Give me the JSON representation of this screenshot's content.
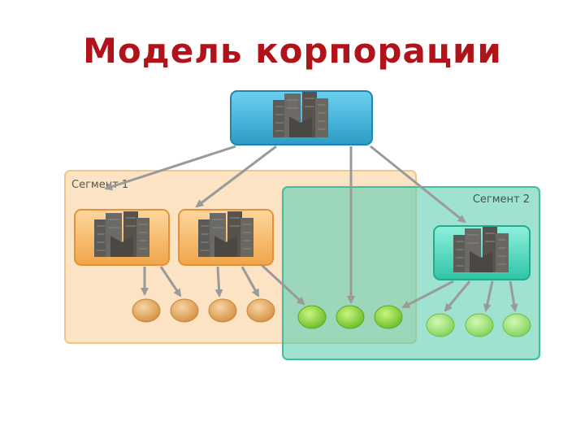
{
  "title": "Модель корпорации",
  "segments": [
    {
      "label": "Сегмент 1",
      "fill": "#fbe3c4",
      "stroke": "#f2c58a"
    },
    {
      "label": "Сегмент 2",
      "fill": "#7dd6c1",
      "stroke": "#3cbfa3"
    }
  ],
  "colors": {
    "title": "#b0141a",
    "top_box": "#37b0d8",
    "segment1_box": "#f5b259",
    "segment2_box": "#3ecfb3",
    "orange_node": "#e6a65c",
    "green_node": "#8fd34a",
    "light_green_node": "#9ee37a",
    "arrow": "#9a9a9a"
  },
  "icons": {
    "building": "office-buildings-icon",
    "node": "person-node-icon"
  }
}
